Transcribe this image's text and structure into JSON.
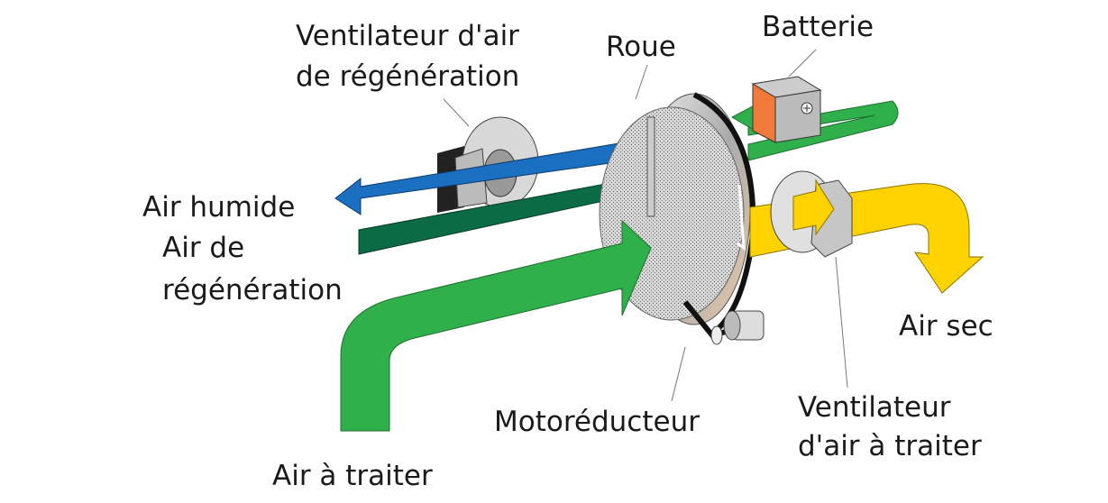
{
  "labels": {
    "regen_fan_line1": "Ventilateur d'air",
    "regen_fan_line2": "de régénération",
    "wheel": "Roue",
    "battery": "Batterie",
    "humid_air": "Air humide",
    "regen_air_line1": "Air de",
    "regen_air_line2": "régénération",
    "dry_air": "Air sec",
    "gear_motor": "Motoréducteur",
    "process_fan_line1": "Ventilateur",
    "process_fan_line2": "d'air à traiter",
    "process_air": "Air à traiter"
  },
  "colors": {
    "process_air_green": "#2fb04a",
    "regen_air_dark_green": "#0b6b45",
    "humid_air_blue": "#1a6fc0",
    "dry_air_yellow": "#ffd200",
    "battery_orange": "#f07a3a",
    "wheel_gray": "#b8b8b8"
  }
}
